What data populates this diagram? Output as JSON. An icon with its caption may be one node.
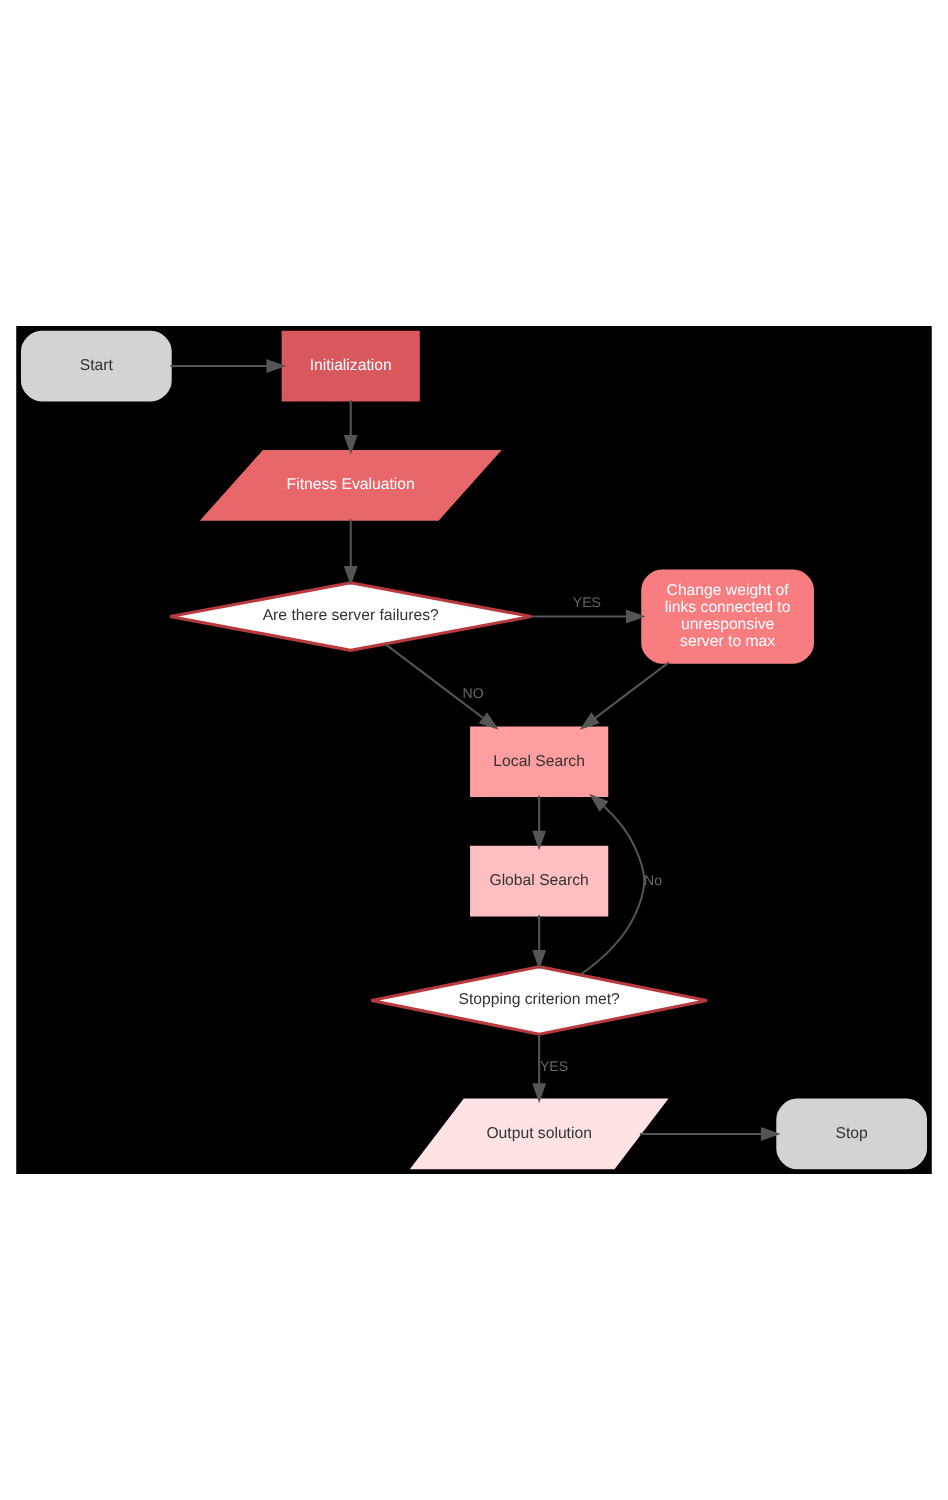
{
  "diagram": {
    "nodes": [
      {
        "text": [
          "Start"
        ]
      },
      {
        "text": [
          "Initialization"
        ]
      },
      {
        "text": [
          "Fitness Evaluation"
        ]
      },
      {
        "text": [
          "Are there server failures?"
        ]
      },
      {
        "text": [
          "Change weight of links connected to unresponsive server to max"
        ]
      },
      {
        "text": [
          "Local Search"
        ]
      },
      {
        "text": [
          "Global Search"
        ]
      },
      {
        "text": [
          "Stopping criterion met?"
        ]
      },
      {
        "text": [
          "Output solution"
        ]
      },
      {
        "text": [
          "Stop"
        ]
      }
    ],
    "edges": [
      {
        "from": 0,
        "to": 1,
        "arrow": "to"
      },
      {
        "from": 1,
        "to": 2,
        "arrow": "to"
      },
      {
        "from": 2,
        "to": 3,
        "arrow": "to"
      },
      {
        "from": 3,
        "to": 4,
        "arrow": "to",
        "label": "YES"
      },
      {
        "from": 3,
        "to": 5,
        "arrow": "to",
        "label": "NO"
      },
      {
        "from": 4,
        "to": 5,
        "arrow": "to"
      },
      {
        "from": 5,
        "to": 6,
        "arrow": "to"
      },
      {
        "from": 6,
        "to": 7,
        "arrow": "to"
      },
      {
        "from": 7,
        "to": 5,
        "arrow": "to",
        "label": "No"
      },
      {
        "from": 7,
        "to": 8,
        "arrow": "to",
        "label": "YES"
      },
      {
        "from": 8,
        "to": 9,
        "arrow": "to"
      }
    ]
  }
}
